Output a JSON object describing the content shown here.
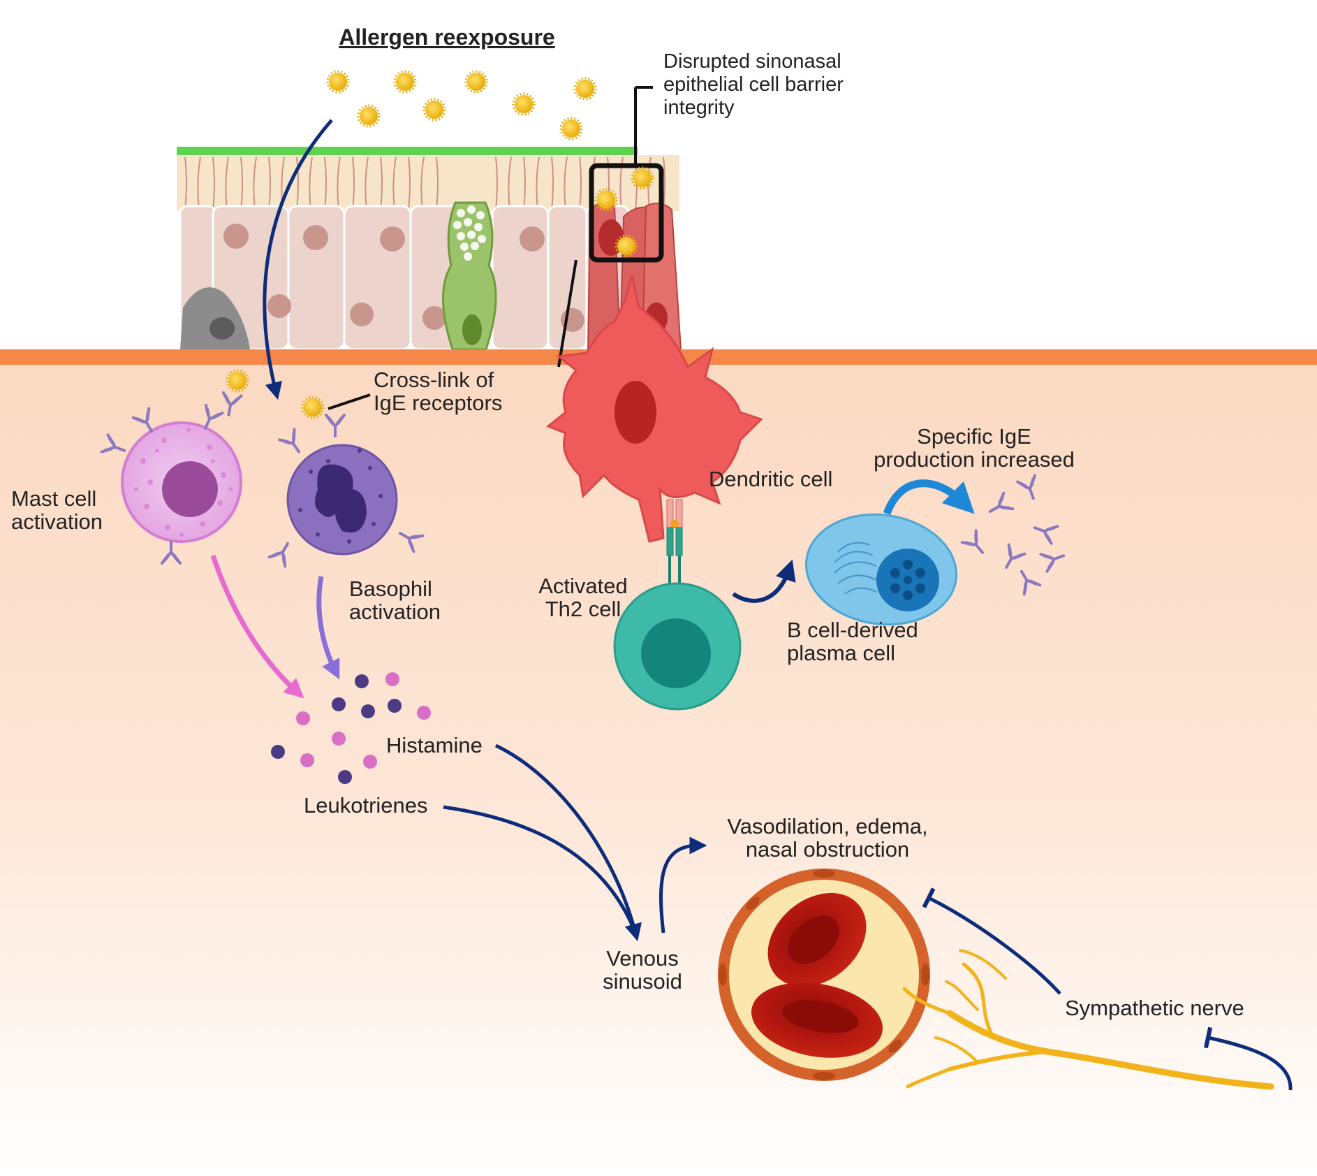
{
  "labels": {
    "allergen_reexposure": "Allergen reexposure",
    "barrier_line1": "Disrupted sinonasal",
    "barrier_line2": "epithelial cell barrier",
    "barrier_line3": "integrity",
    "crosslink_line1": "Cross-link of",
    "crosslink_line2": "IgE receptors",
    "mast_line1": "Mast cell",
    "mast_line2": "activation",
    "basophil_line1": "Basophil",
    "basophil_line2": "activation",
    "dendritic_cell": "Dendritic cell",
    "specific_ige_line1": "Specific IgE",
    "specific_ige_line2": "production increased",
    "th2_line1": "Activated",
    "th2_line2": "Th2 cell",
    "plasma_line1": "B cell-derived",
    "plasma_line2": "plasma cell",
    "histamine": "Histamine",
    "leukotrienes": "Leukotrienes",
    "vasodilation_line1": "Vasodilation, edema,",
    "vasodilation_line2": "nasal obstruction",
    "venous_line1": "Venous",
    "venous_line2": "sinusoid",
    "sympathetic_nerve": "Sympathetic nerve"
  },
  "colors": {
    "allergen": "#f4c21c",
    "mucus": "#5fd34f",
    "basement_membrane": "#f5874a",
    "tissue": "#fbe0cc",
    "mast_cell": "#e9b6e6",
    "basophil": "#8a70be",
    "dendritic_cell": "#ef5a5a",
    "th2_cell": "#3ebaa8",
    "plasma_cell": "#7fc6ea",
    "antibody": "#8b79c0",
    "arrow": "#0d2c7a",
    "vessel_wall": "#d4622a",
    "red_blood_cell": "#b2170f",
    "nerve": "#f2b21a"
  },
  "icons": [
    "allergen-icon",
    "mast-cell-icon",
    "basophil-icon",
    "dendritic-cell-icon",
    "th2-cell-icon",
    "plasma-cell-icon",
    "ige-antibody-icon",
    "venous-sinusoid-icon",
    "sympathetic-nerve-icon"
  ]
}
